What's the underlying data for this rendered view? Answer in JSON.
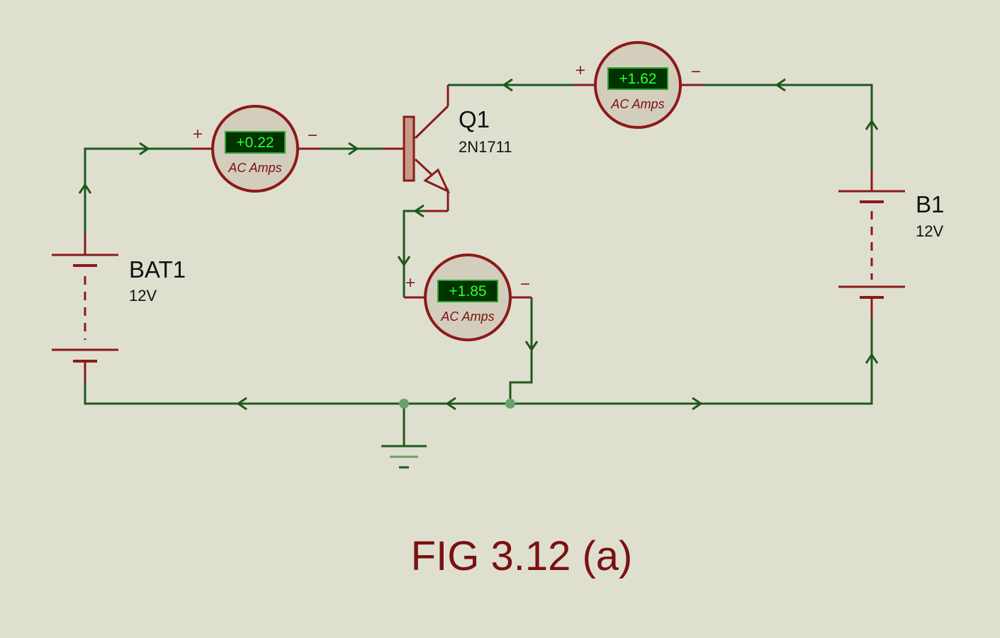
{
  "diagram": {
    "transistor": {
      "ref": "Q1",
      "part": "2N1711"
    },
    "battery_left": {
      "ref": "BAT1",
      "value": "12V"
    },
    "battery_right": {
      "ref": "B1",
      "value": "12V"
    },
    "meters": {
      "base": {
        "reading": "+0.22",
        "unit": "AC Amps"
      },
      "collector": {
        "reading": "+1.62",
        "unit": "AC Amps"
      },
      "emitter": {
        "reading": "+1.85",
        "unit": "AC Amps"
      }
    },
    "meter_plus": "+",
    "meter_minus": "−",
    "caption": "FIG 3.12 (a)"
  },
  "colors": {
    "background": "#dfdfd0",
    "wire": "#1c5a1c",
    "component": "#8b1a1a",
    "meter_face": "#d3cdbd",
    "display_bg": "#003300",
    "display_text": "#33ff33",
    "junction": "#6aa06a"
  }
}
